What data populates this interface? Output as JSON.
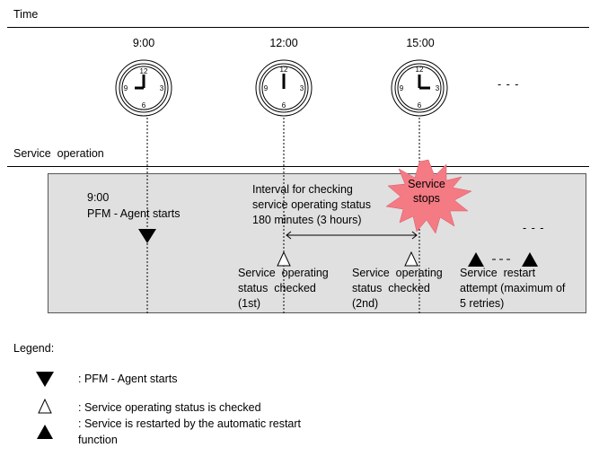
{
  "sections": {
    "time": "Time",
    "service_operation": "Service  operation"
  },
  "clocks": [
    {
      "label": "9:00",
      "hour_numbers": [
        "12",
        "3",
        "6",
        "9"
      ]
    },
    {
      "label": "12:00",
      "hour_numbers": [
        "12",
        "3",
        "6",
        "9"
      ]
    },
    {
      "label": "15:00",
      "hour_numbers": [
        "12",
        "3",
        "6",
        "9"
      ]
    }
  ],
  "ellipsis": "- - -",
  "events": {
    "agent_start_time": "9:00",
    "agent_start_text": "PFM - Agent starts",
    "interval_line1": "Interval for checking",
    "interval_line2": "service operating status",
    "interval_line3": "180 minutes (3 hours)",
    "service_stops_line1": "Service",
    "service_stops_line2": "stops",
    "check1_line1": "Service  operating",
    "check1_line2": "status  checked",
    "check1_line3": "(1st)",
    "check2_line1": "Service  operating",
    "check2_line2": "status  checked",
    "check2_line3": "(2nd)",
    "restart_line1": "Service  restart",
    "restart_line2": "attempt (maximum of",
    "restart_line3": "5 retries)"
  },
  "legend": {
    "title": "Legend:",
    "items": [
      {
        "symbol": "filled-down-triangle",
        "text": ": PFM - Agent starts"
      },
      {
        "symbol": "hollow-up-triangle",
        "text": ": Service operating status is checked"
      },
      {
        "symbol": "filled-up-triangle",
        "text": ": Service is restarted by the automatic restart",
        "text2": "function"
      }
    ]
  },
  "colors": {
    "panel": "#e0e0e0",
    "burst": "#f47a83"
  }
}
